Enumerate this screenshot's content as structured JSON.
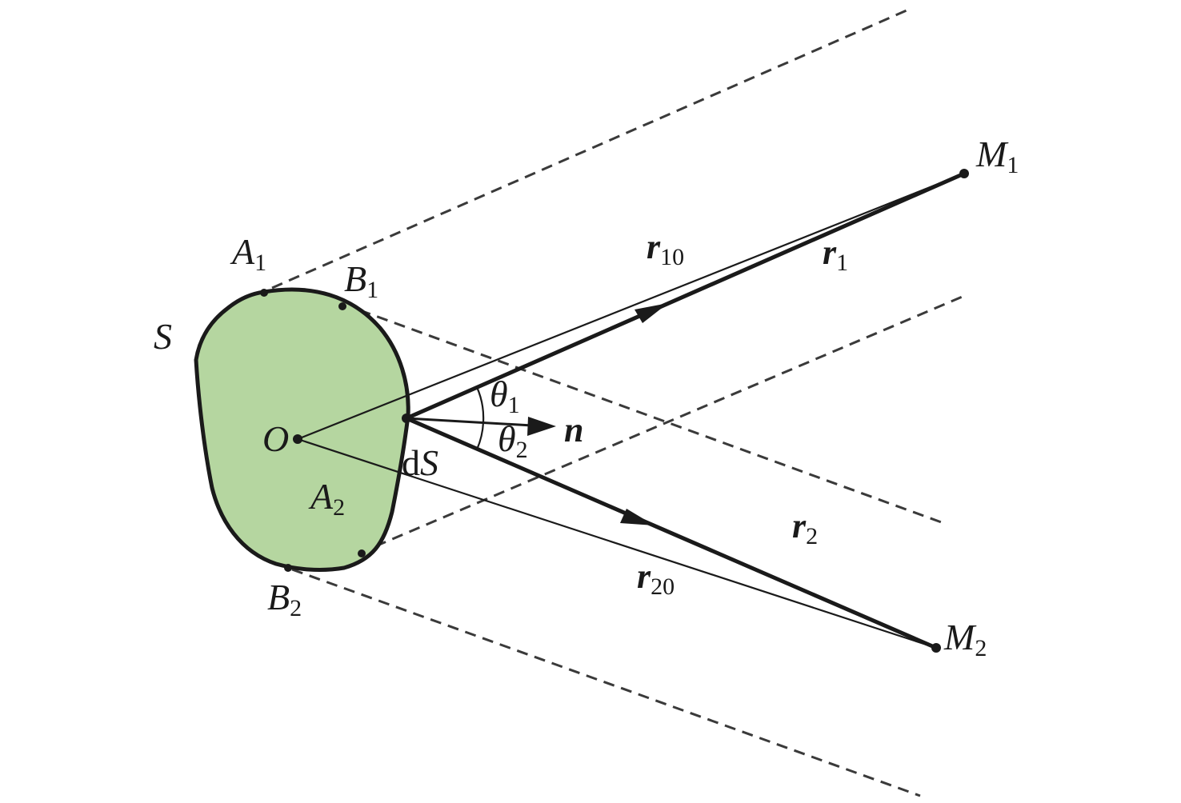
{
  "diagram": {
    "labels": {
      "S": "S",
      "O": "O",
      "A1": {
        "main": "A",
        "sub": "1"
      },
      "A2": {
        "main": "A",
        "sub": "2"
      },
      "B1": {
        "main": "B",
        "sub": "1"
      },
      "B2": {
        "main": "B",
        "sub": "2"
      },
      "dS": {
        "prefix": "d",
        "main": "S"
      },
      "M1": {
        "main": "M",
        "sub": "1"
      },
      "M2": {
        "main": "M",
        "sub": "2"
      },
      "r10": {
        "main": "r",
        "sub": "10"
      },
      "r1": {
        "main": "r",
        "sub": "1"
      },
      "r2": {
        "main": "r",
        "sub": "2"
      },
      "r20": {
        "main": "r",
        "sub": "20"
      },
      "n": "n",
      "theta1": {
        "main": "θ",
        "sub": "1"
      },
      "theta2": {
        "main": "θ",
        "sub": "2"
      }
    },
    "colors": {
      "region_fill": "#b5d6a0",
      "line": "#1a1a1a",
      "dashed": "#3a3a3a"
    }
  }
}
